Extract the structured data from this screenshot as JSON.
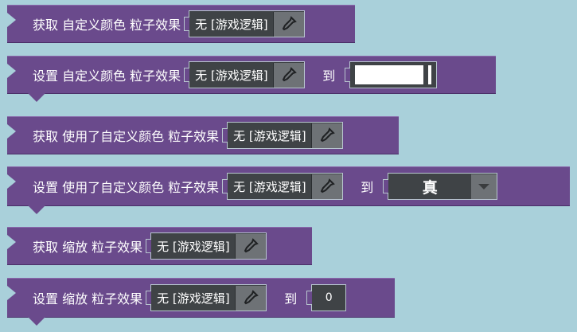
{
  "object_text": "无 [游戏逻辑]",
  "blocks": [
    {
      "label": "获取 自定义颜色 粒子效果"
    },
    {
      "label": "设置 自定义颜色 粒子效果",
      "to": "到"
    },
    {
      "label": "获取 使用了自定义颜色 粒子效果"
    },
    {
      "label": "设置 使用了自定义颜色 粒子效果",
      "to": "到",
      "value": "真"
    },
    {
      "label": "获取 缩放 粒子效果"
    },
    {
      "label": "设置 缩放 粒子效果",
      "to": "到",
      "value": "0"
    }
  ],
  "colors": {
    "block": "#6a4a8c",
    "background": "#a9d0da",
    "slot": "#3f4346",
    "color_value": "#ffffff"
  },
  "icons": {
    "picker": "eyedropper-icon",
    "dropdown": "chevron-down-icon"
  }
}
